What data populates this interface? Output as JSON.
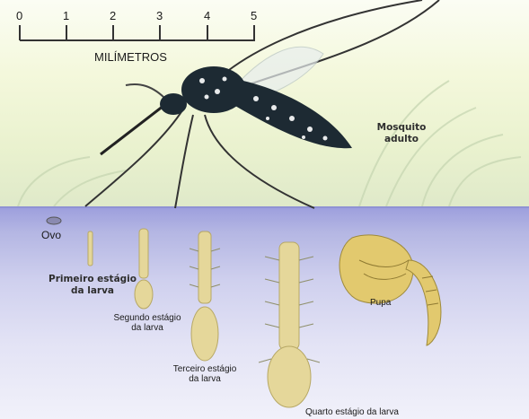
{
  "scale": {
    "ticks": [
      "0",
      "1",
      "2",
      "3",
      "4",
      "5"
    ],
    "unit": "MILÍMETROS"
  },
  "labels": {
    "mosquito_line1": "Mosquito",
    "mosquito_line2": "adulto",
    "egg": "Ovo",
    "larva1_line1": "Primeiro estágio",
    "larva1_line2": "da larva",
    "larva2_line1": "Segundo estágio",
    "larva2_line2": "da larva",
    "larva3_line1": "Terceiro estágio",
    "larva3_line2": "da larva",
    "larva4": "Quarto estágio da larva",
    "pupa": "Pupa"
  },
  "colors": {
    "water": "#b4b6e3",
    "mosquito_body": "#1d2a33",
    "larva": "#e5d79a",
    "pupa": "#e2c96e"
  }
}
